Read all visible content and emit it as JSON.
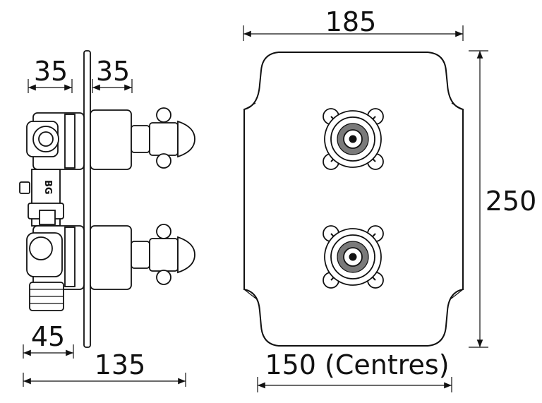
{
  "side_view": {
    "dim_top_left": "35",
    "dim_top_right": "35",
    "dim_bottom_inner": "45",
    "dim_bottom_total": "135",
    "body_marking": "BG"
  },
  "front_view": {
    "dim_width": "185",
    "dim_height": "250",
    "dim_centres": "150 (Centres)"
  }
}
